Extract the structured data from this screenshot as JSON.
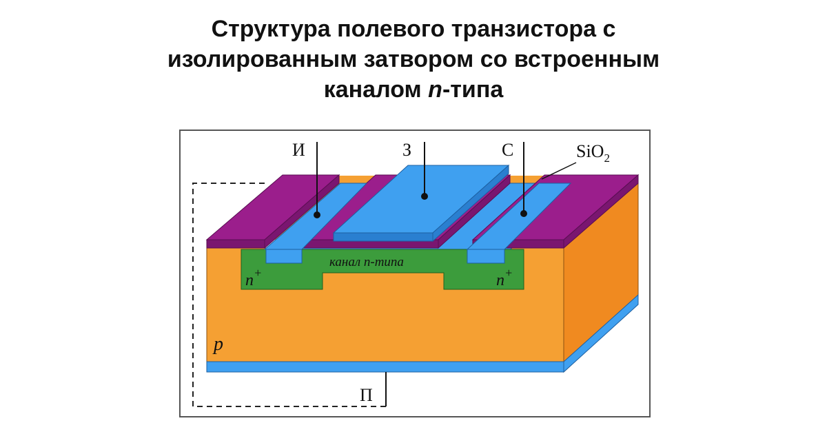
{
  "title": {
    "line1": "Структура полевого транзистора с",
    "line2": "изолированным затвором со встроенным",
    "line3_pre": "каналом ",
    "line3_italic": "n",
    "line3_post": "-типа"
  },
  "labels": {
    "source": "И",
    "gate": "З",
    "drain": "С",
    "oxide_main": "SiO",
    "oxide_sub": "2",
    "channel": "канал n-типа",
    "n_plus_left": "n",
    "n_plus_right": "n",
    "n_plus_sup": "+",
    "substrate": "p",
    "body": "П"
  },
  "colors": {
    "substrate": "#f5a033",
    "substrate_side": "#f08a20",
    "oxide": "#9b1e8c",
    "oxide_edge": "#7a1670",
    "channel": "#3c9c3c",
    "metal": "#3fa0f0",
    "metal_dark": "#2a7fd0"
  }
}
